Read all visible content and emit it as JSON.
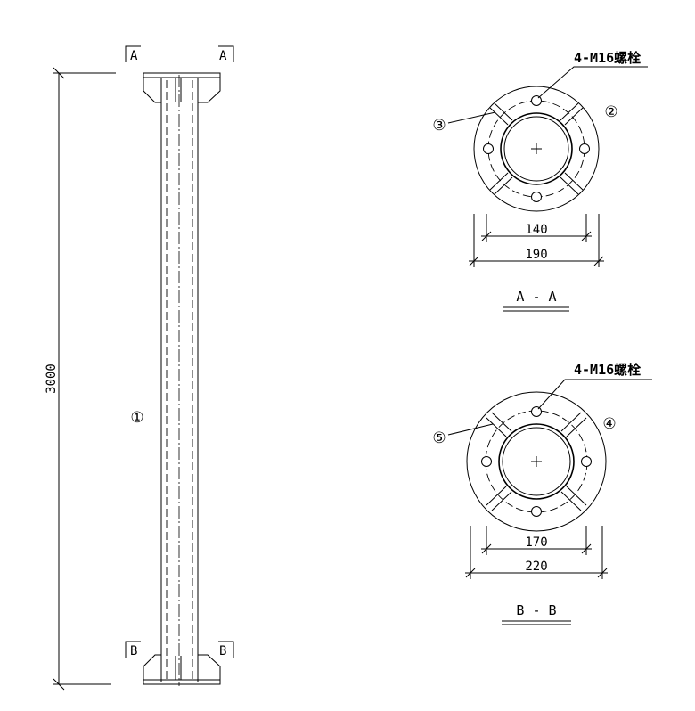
{
  "column": {
    "height_dim": "3000",
    "part_label": "①",
    "section_top_left": "A",
    "section_top_right": "A",
    "section_bottom_left": "B",
    "section_bottom_right": "B"
  },
  "section_aa": {
    "bolt_note": "4-M16螺栓",
    "callout_left": "③",
    "callout_right": "②",
    "dim_inner": "140",
    "dim_outer": "190",
    "title": "A - A"
  },
  "section_bb": {
    "bolt_note": "4-M16螺栓",
    "callout_left": "⑤",
    "callout_right": "④",
    "dim_inner": "170",
    "dim_outer": "220",
    "title": "B - B"
  }
}
